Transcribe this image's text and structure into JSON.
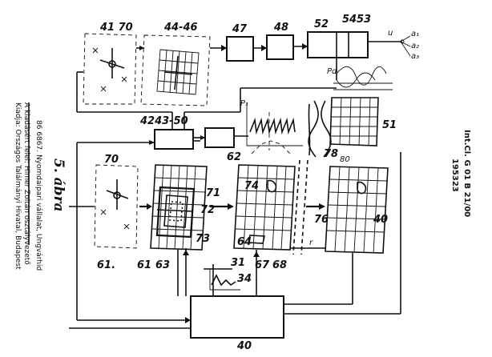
{
  "figure": {
    "title": "5. ábra",
    "ref_labels": {
      "l41_70": "41 70",
      "l44_46": "44-46",
      "l47": "47",
      "l48": "48",
      "l52": "52",
      "l54": "54",
      "l53": "53",
      "l42_50": "4243-50",
      "l62": "62",
      "l70": "70",
      "l71": "71",
      "l72": "72",
      "l73": "73",
      "l74": "74",
      "l61a": "61.",
      "l61b": "61",
      "l63": "63",
      "l64": "64",
      "l67": "67",
      "l68": "68",
      "l31": "31",
      "l34": "34",
      "l40a": "40",
      "l40b": "40",
      "l51": "51",
      "l78": "78",
      "l76": "76",
      "l80": "80"
    },
    "signal_labels": {
      "sig_P1": "P₁",
      "sig_Pd": "Pd",
      "sig_u": "u",
      "sig_a1": "a₁",
      "sig_a2": "a₂",
      "sig_a3": "a₃",
      "sig_r": "r"
    }
  },
  "sidebar": {
    "patent_number": "195323",
    "classification": "Int.Cl. G 01 B 21/00"
  },
  "colophon": {
    "line1": "Kiadja: Országos Találmányi Hivatal, Budapest",
    "line2": "A kiadásért felel: Himer Zoltán osztályvezető",
    "line3": "86 6867. Nyomdaipari vállalat, Ungvárhid"
  }
}
